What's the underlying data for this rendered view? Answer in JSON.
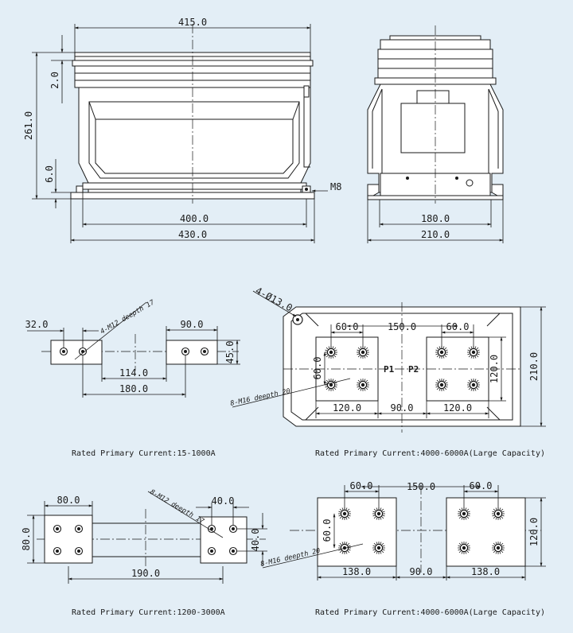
{
  "top_view": {
    "width_top": "415.0",
    "height": "261.0",
    "step_top": "2.0",
    "step_bottom": "6.0",
    "bolt": "M8",
    "inner_width": "400.0",
    "base_width": "430.0"
  },
  "side_view": {
    "inner_width": "180.0",
    "base_width": "210.0"
  },
  "drawing1": {
    "offset": "32.0",
    "bolt_label": "4-M12 deepth 17",
    "bar_width": "90.0",
    "bar_height": "45.0",
    "hole_spacing": "114.0",
    "center_spacing": "180.0",
    "caption": "Rated Primary Current:15-1000A"
  },
  "drawing2": {
    "corner_holes": "4-Ø13.0",
    "hole_spacing_left": "60.0",
    "center_spacing": "150.0",
    "hole_spacing_right": "60.0",
    "vertical_spacing": "60.0",
    "terminal_p1": "P1",
    "terminal_p2": "P2",
    "bolt_label": "8-M16 deepth 20",
    "plate_height": "120.0",
    "overall_height": "210.0",
    "plate_width_left": "120.0",
    "gap": "90.0",
    "plate_width_right": "120.0",
    "caption": "Rated Primary Current:4000-6000A(Large Capacity)"
  },
  "drawing3": {
    "plate_width": "80.0",
    "plate_height": "80.0",
    "bolt_label": "8-M12 deepth 17",
    "hole_spacing_x": "40.0",
    "hole_spacing_y": "40.0",
    "center_spacing": "190.0",
    "caption": "Rated Primary Current:1200-3000A"
  },
  "drawing4": {
    "hole_spacing_left": "60.0",
    "center_spacing": "150.0",
    "hole_spacing_right": "60.0",
    "vertical_spacing": "60.0",
    "plate_height": "120.0",
    "bolt_label": "8-M16 deepth 20",
    "plate_width_left": "138.0",
    "gap": "90.0",
    "plate_width_right": "138.0",
    "caption": "Rated Primary Current:4000-6000A(Large Capacity)"
  }
}
